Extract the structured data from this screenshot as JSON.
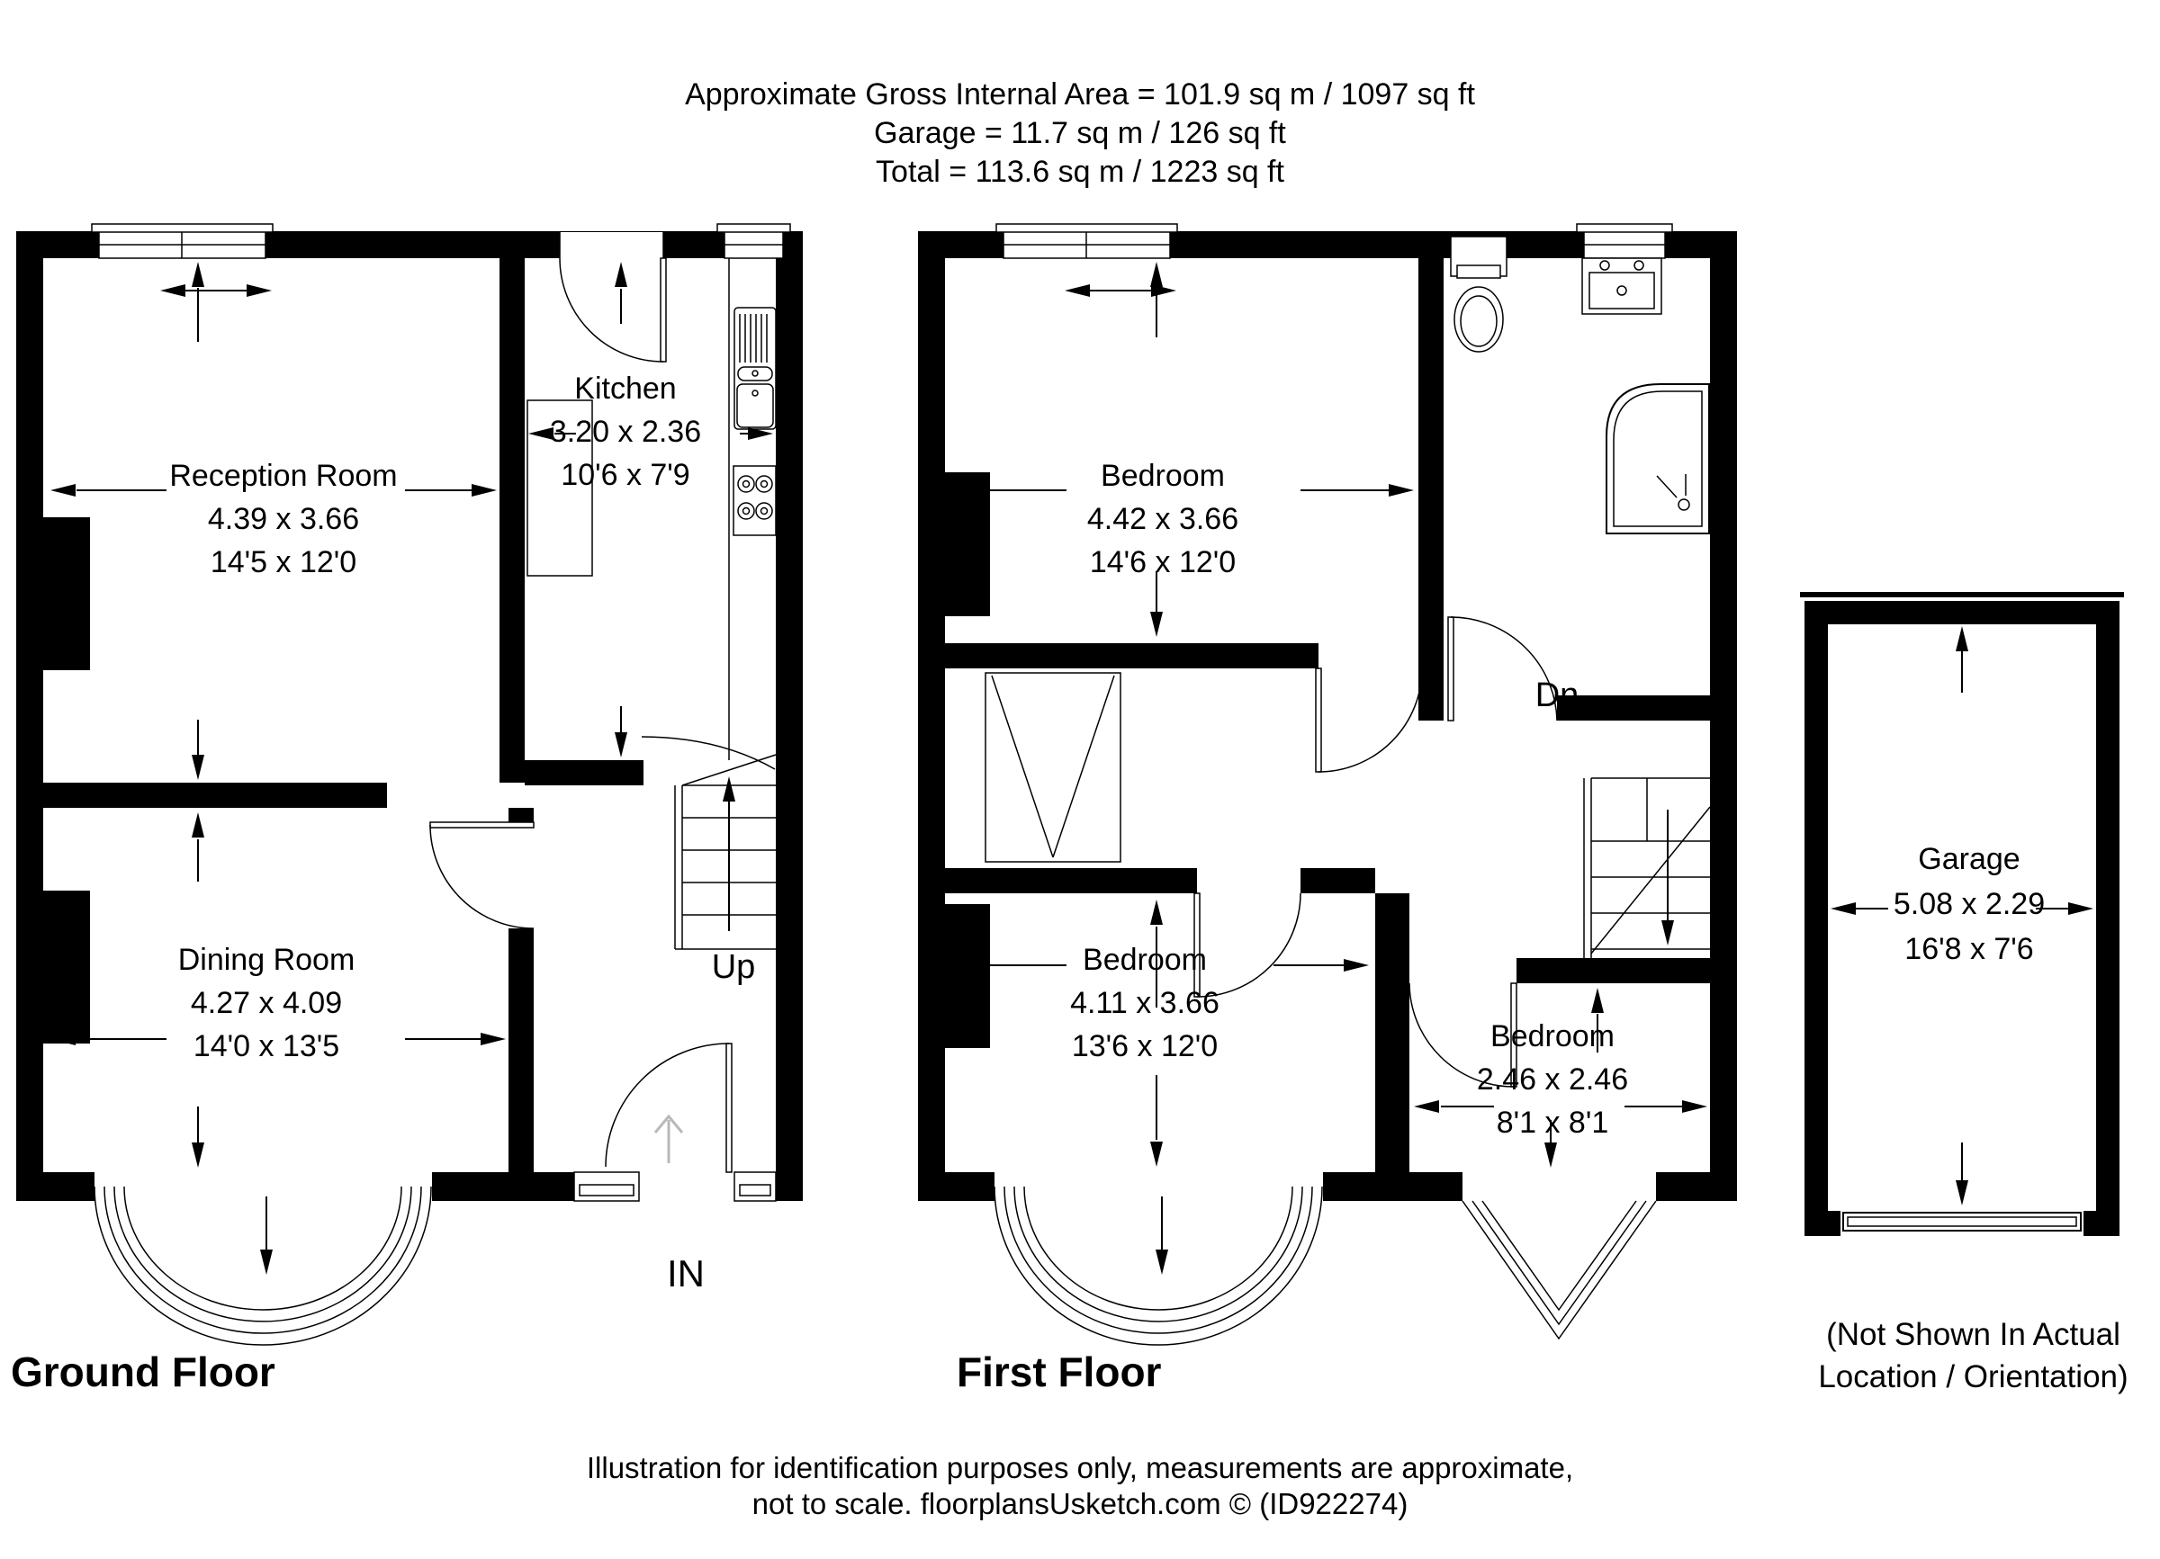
{
  "header": {
    "line1": "Approximate Gross Internal Area = 101.9 sq m / 1097 sq ft",
    "line2": "Garage = 11.7 sq m / 126 sq ft",
    "line3": "Total = 113.6 sq m / 1223 sq ft"
  },
  "ground_floor": {
    "title": "Ground Floor",
    "rooms": [
      {
        "name": "Reception Room",
        "metric": "4.39 x 3.66",
        "imperial": "14'5 x 12'0"
      },
      {
        "name": "Kitchen",
        "metric": "3.20 x 2.36",
        "imperial": "10'6 x 7'9"
      },
      {
        "name": "Dining Room",
        "metric": "4.27 x 4.09",
        "imperial": "14'0 x 13'5"
      }
    ],
    "labels": {
      "up": "Up",
      "entrance": "IN"
    }
  },
  "first_floor": {
    "title": "First Floor",
    "rooms": [
      {
        "name": "Bedroom",
        "metric": "4.42 x 3.66",
        "imperial": "14'6 x 12'0"
      },
      {
        "name": "Bedroom",
        "metric": "4.11 x 3.66",
        "imperial": "13'6 x 12'0"
      },
      {
        "name": "Bedroom",
        "metric": "2.46 x 2.46",
        "imperial": "8'1 x 8'1"
      }
    ],
    "labels": {
      "down": "Dn"
    }
  },
  "garage": {
    "name": "Garage",
    "metric": "5.08 x 2.29",
    "imperial": "16'8 x 7'6",
    "note1": "(Not Shown In Actual",
    "note2": "Location / Orientation)"
  },
  "footer": {
    "line1": "Illustration for identification purposes only, measurements are approximate,",
    "line2": "not to scale. floorplansUsketch.com © (ID922274)"
  }
}
